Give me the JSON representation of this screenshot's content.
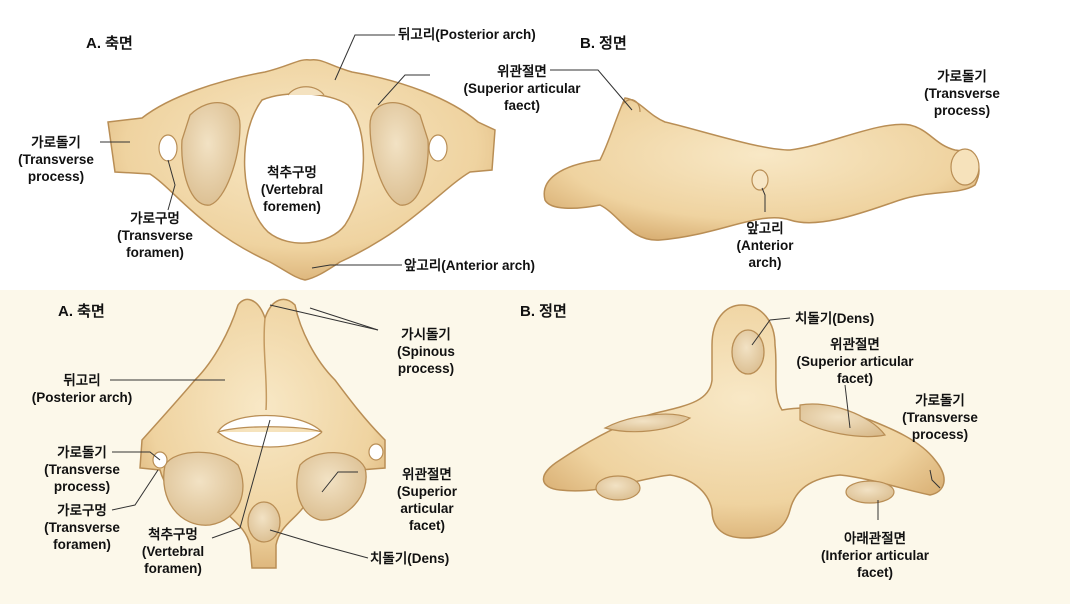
{
  "top": {
    "axial_title": "A. 축면",
    "frontal_title": "B. 정면",
    "labels": {
      "posterior_arch": "뒤고리(Posterior arch)",
      "superior_facet": [
        "위관절면",
        "(Superior articular",
        "faect)"
      ],
      "transverse_process_left": [
        "가로돌기",
        "(Transverse",
        "process)"
      ],
      "vertebral_foramen": [
        "척추구멍",
        "(Vertebral",
        "foremen)"
      ],
      "transverse_foramen": [
        "가로구멍",
        "(Transverse",
        "foramen)"
      ],
      "anterior_arch": "앞고리(Anterior arch)",
      "transverse_process_right": [
        "가로돌기",
        "(Transverse",
        "process)"
      ],
      "anterior_arch_front": [
        "앞고리",
        "(Anterior",
        "arch)"
      ]
    }
  },
  "bottom": {
    "axial_title": "A. 축면",
    "frontal_title": "B. 정면",
    "labels": {
      "spinous_process": [
        "가시돌기",
        "(Spinous",
        "process)"
      ],
      "posterior_arch": [
        "뒤고리",
        "(Posterior arch)"
      ],
      "transverse_process": [
        "가로돌기",
        "(Transverse",
        "process)"
      ],
      "transverse_foramen": [
        "가로구멍",
        "(Transverse",
        "foramen)"
      ],
      "vertebral_foramen": [
        "척추구멍",
        "(Vertebral",
        "foramen)"
      ],
      "superior_facet": [
        "위관절면",
        "(Superior",
        "articular",
        "facet)"
      ],
      "dens": "치돌기(Dens)",
      "dens_front": "치돌기(Dens)",
      "superior_facet_front": [
        "위관절면",
        "(Superior articular",
        "facet)"
      ],
      "transverse_process_front": [
        "가로돌기",
        "(Transverse",
        "process)"
      ],
      "inferior_facet": [
        "아래관절면",
        "(Inferior articular",
        "facet)"
      ]
    }
  },
  "colors": {
    "bone": "#f3ddb2",
    "bone_shadow": "#d9b27a",
    "bone_edge": "#b98e55",
    "facet": "#ead6b3",
    "bottom_bg": "#fcf8ea"
  }
}
